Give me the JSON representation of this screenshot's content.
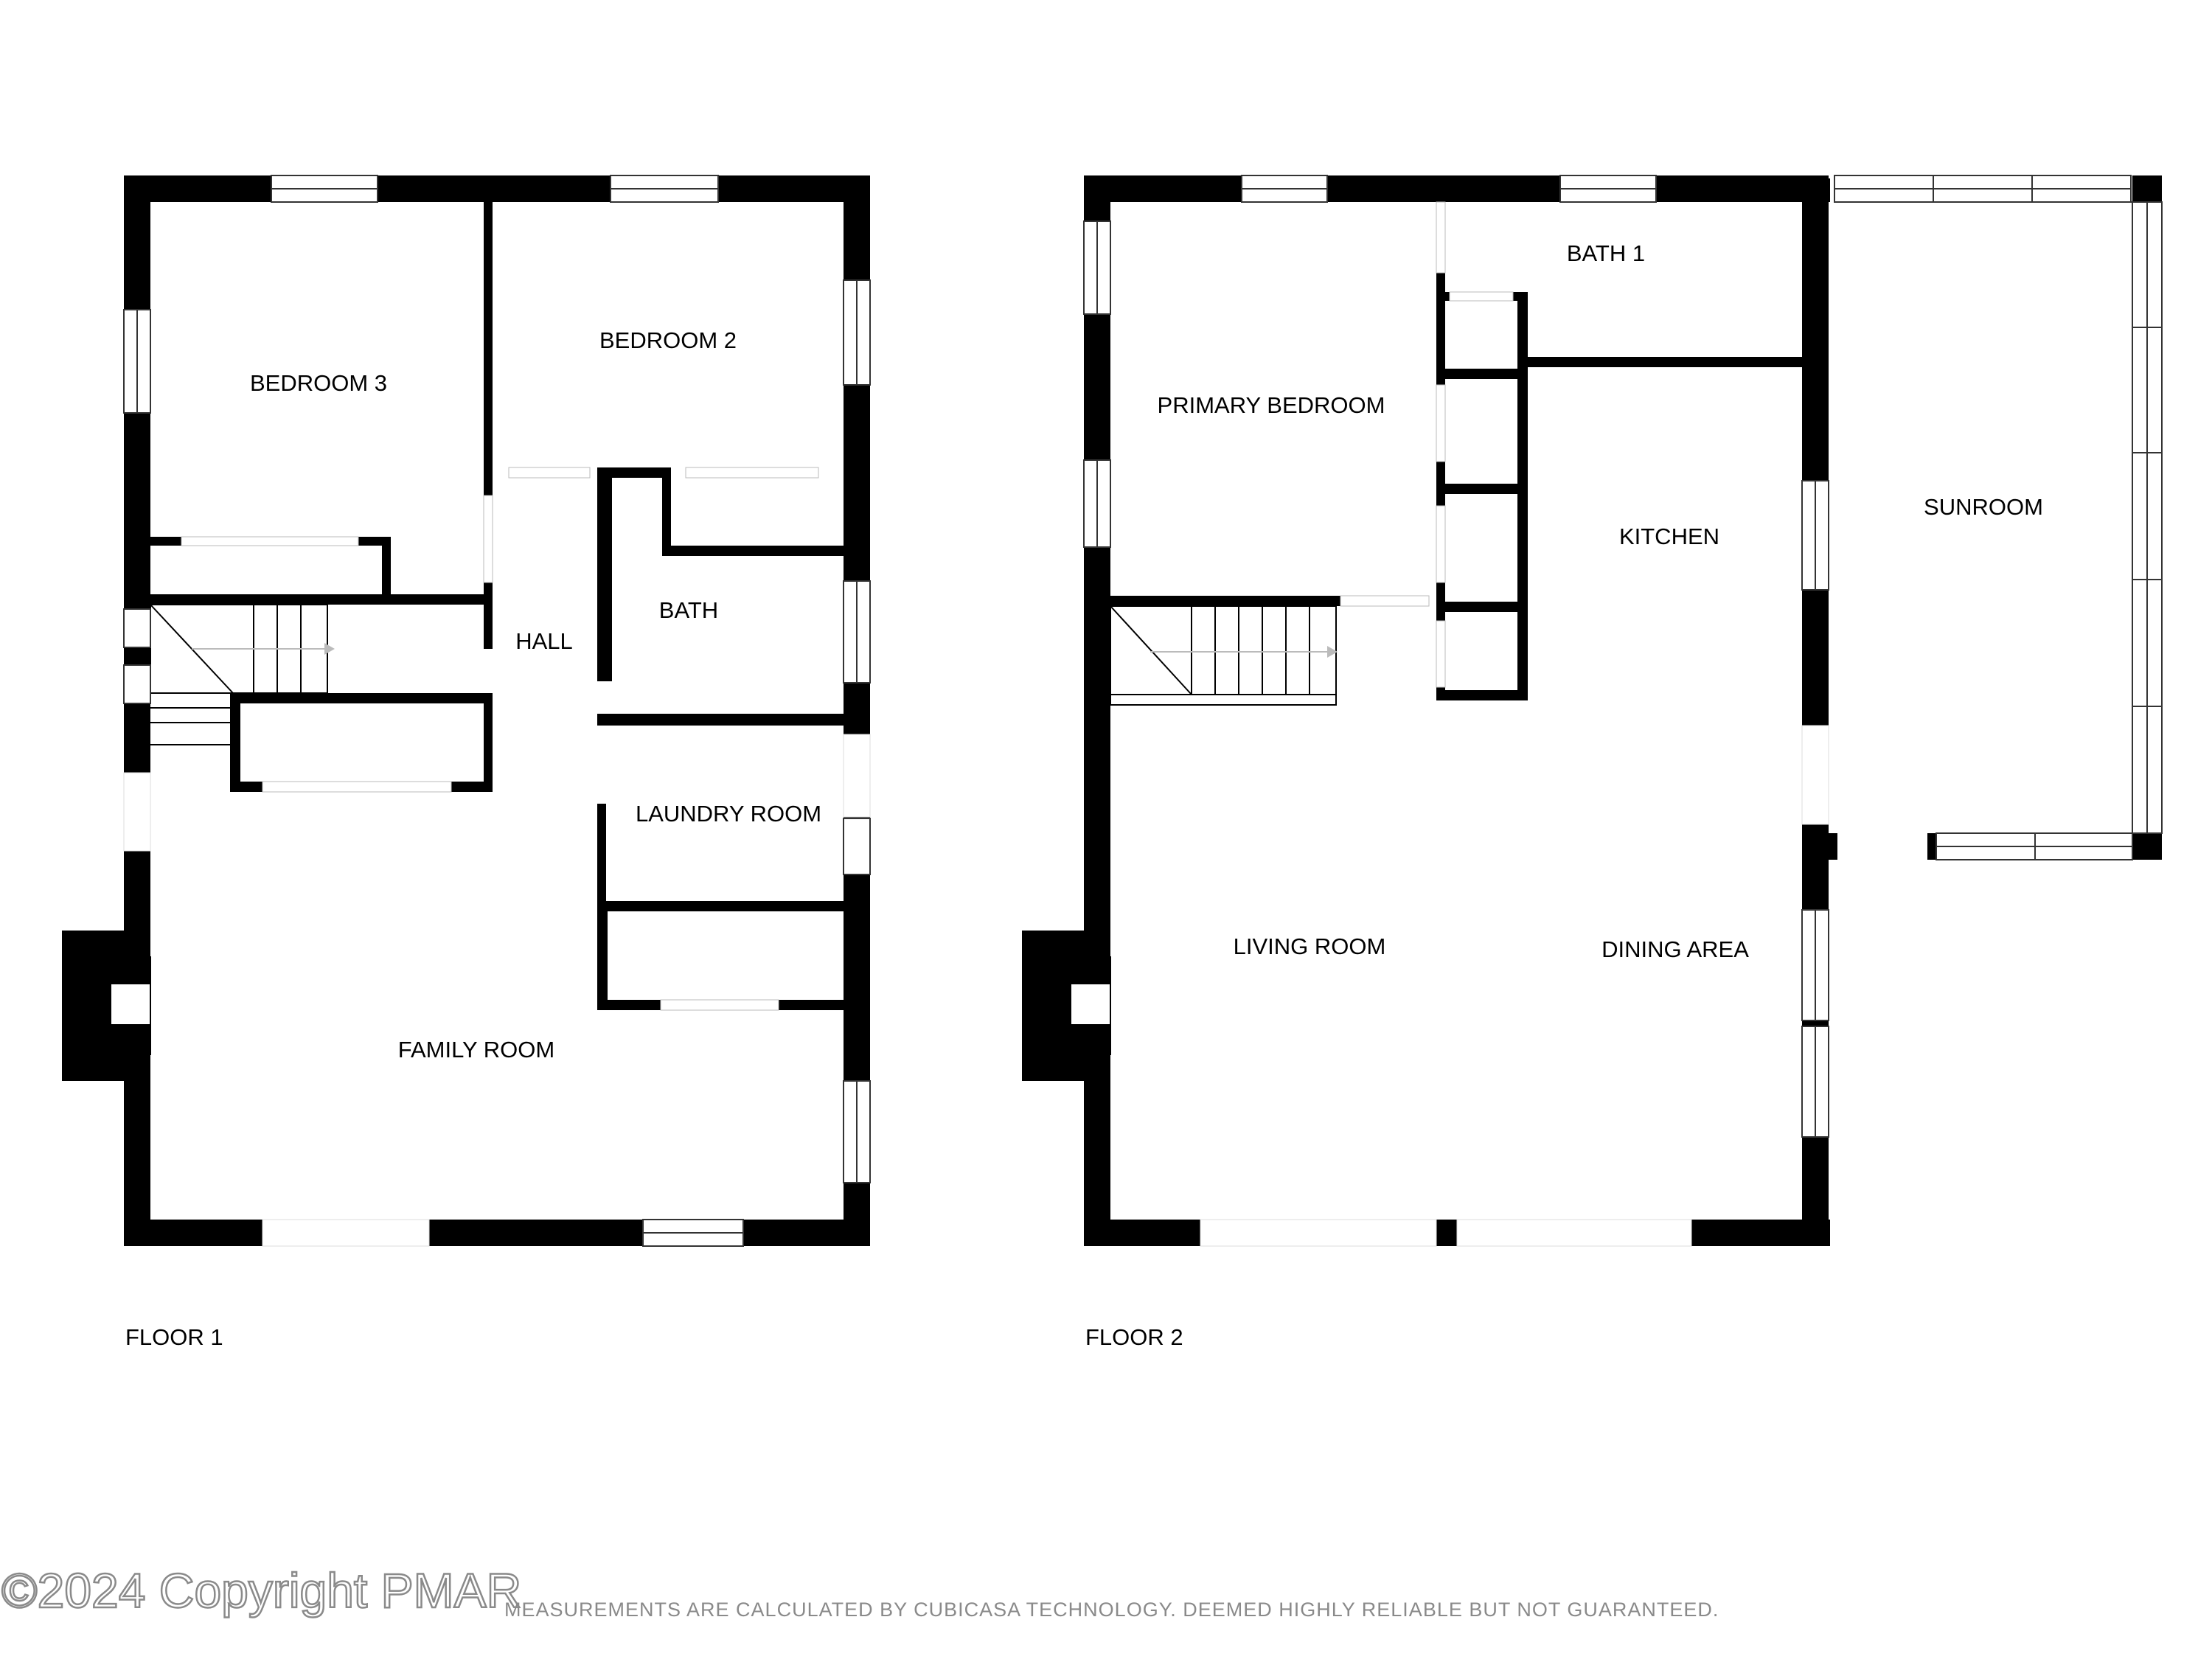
{
  "colors": {
    "wall": "#000000",
    "window_stroke": "#333333",
    "opening": "#ffffff",
    "watermark": "#8a8a8a"
  },
  "floor1": {
    "label": "FLOOR 1",
    "rooms": {
      "bedroom3": "BEDROOM 3",
      "bedroom2": "BEDROOM 2",
      "hall": "HALL",
      "bath": "BATH",
      "laundry": "LAUNDRY ROOM",
      "family": "FAMILY ROOM"
    }
  },
  "floor2": {
    "label": "FLOOR 2",
    "rooms": {
      "primary": "PRIMARY BEDROOM",
      "bath1": "BATH 1",
      "kitchen": "KITCHEN",
      "sunroom": "SUNROOM",
      "living": "LIVING ROOM",
      "dining": "DINING AREA"
    }
  },
  "footer": {
    "copyright": "©2024 Copyright PMAR",
    "disclaimer": "MEASUREMENTS ARE CALCULATED BY CUBICASA TECHNOLOGY. DEEMED HIGHLY RELIABLE BUT NOT GUARANTEED."
  }
}
